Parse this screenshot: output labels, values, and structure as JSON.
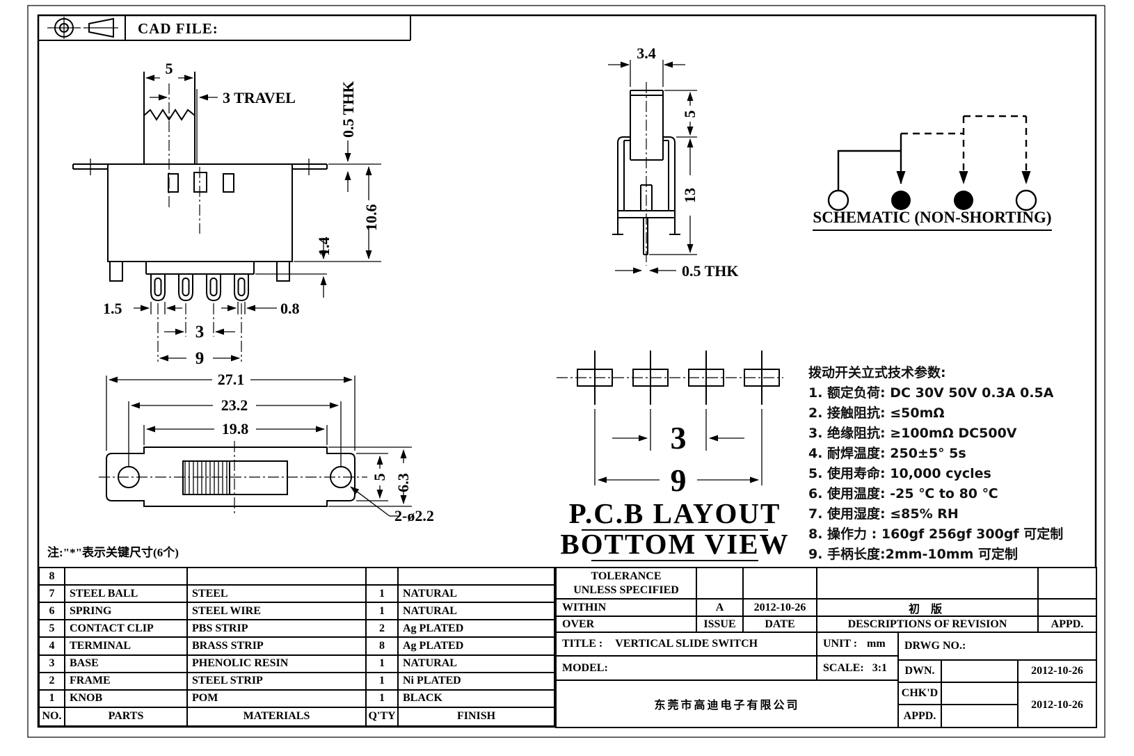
{
  "sheet": {
    "cad_file_label": "CAD FILE:"
  },
  "front_view": {
    "dim_knob_width": "5",
    "dim_travel": "3 TRAVEL",
    "dim_flange_thk": "0.5 THK",
    "dim_body_height": "10.6",
    "dim_plate": "1.4",
    "dim_terminal_width": "1.5",
    "dim_terminal_thk": "0.8",
    "dim_pitch": "3",
    "dim_span": "9"
  },
  "side_view": {
    "dim_knob_width": "3.4",
    "dim_knob_height": "5",
    "dim_body_height": "13",
    "dim_pin_thk": "0.5 THK"
  },
  "schematic": {
    "caption": "SCHEMATIC (NON-SHORTING)"
  },
  "top_view": {
    "dim_overall": "27.1",
    "dim_holes": "23.2",
    "dim_base": "19.8",
    "dim_height_inner": "5",
    "dim_height_outer": "6.3",
    "dim_hole_note": "2-ø2.2"
  },
  "pcb_layout": {
    "dim_pitch": "3",
    "dim_span": "9",
    "title": "P.C.B LAYOUT",
    "subtitle": "BOTTOM VIEW"
  },
  "tech_params": {
    "title": "拨动开关立式技术参数:",
    "items": [
      "1.  额定负荷: DC 30V    50V    0.3A    0.5A",
      "2.  接触阻抗:  ≤50mΩ",
      "3.  绝缘阻抗:  ≥100mΩ   DC500V",
      "4.  耐焊温度: 250±5°  5s",
      "5.  使用寿命: 10,000 cycles",
      "6.  使用温度: -25 ℃  to 80 ℃",
      "7.  使用湿度:  ≤85% RH",
      "8.  操作力 : 160gf   256gf   300gf  可定制",
      "9.  手柄长度:2mm-10mm  可定制"
    ]
  },
  "note": "注:\"*\"表示关键尺寸(6个)",
  "parts_table": {
    "headers": {
      "no": "NO.",
      "parts": "PARTS",
      "materials": "MATERIALS",
      "qty": "Q'TY",
      "finish": "FINISH"
    },
    "rows": [
      {
        "no": "8",
        "part": "",
        "material": "",
        "qty": "",
        "finish": ""
      },
      {
        "no": "7",
        "part": "STEEL BALL",
        "material": "STEEL",
        "qty": "1",
        "finish": "NATURAL"
      },
      {
        "no": "6",
        "part": "SPRING",
        "material": "STEEL WIRE",
        "qty": "1",
        "finish": "NATURAL"
      },
      {
        "no": "5",
        "part": "CONTACT CLIP",
        "material": "PBS STRIP",
        "qty": "2",
        "finish": "Ag PLATED"
      },
      {
        "no": "4",
        "part": "TERMINAL",
        "material": "BRASS STRIP",
        "qty": "8",
        "finish": "Ag PLATED"
      },
      {
        "no": "3",
        "part": "BASE",
        "material": "PHENOLIC RESIN",
        "qty": "1",
        "finish": "NATURAL"
      },
      {
        "no": "2",
        "part": "FRAME",
        "material": "STEEL STRIP",
        "qty": "1",
        "finish": "Ni PLATED"
      },
      {
        "no": "1",
        "part": "KNOB",
        "material": "POM",
        "qty": "1",
        "finish": "BLACK"
      }
    ]
  },
  "title_block": {
    "tolerance_line1": "TOLERANCE",
    "tolerance_line2": "UNLESS   SPECIFIED",
    "within": "WITHIN",
    "over": "OVER",
    "issue_label": "ISSUE",
    "date_label": "DATE",
    "descriptions_label": "DESCRIPTIONS  OF  REVISION",
    "appd_label": "APPD.",
    "revision_issue": "A",
    "revision_date": "2012-10-26",
    "revision_description": "初 版",
    "title_label": "TITLE :",
    "title_value": "VERTICAL  SLIDE  SWITCH",
    "unit_label": "UNIT :",
    "unit_value": "mm",
    "drwg_label": "DRWG  NO.:",
    "model_label": "MODEL:",
    "scale_label": "SCALE:",
    "scale_value": "3:1",
    "dwn_label": "DWN.",
    "dwn_date": "2012-10-26",
    "chkd_label": "CHK'D",
    "chkd_date": "2012-10-26",
    "appd_row_label": "APPD.",
    "company": "东莞市高迪电子有限公司"
  }
}
